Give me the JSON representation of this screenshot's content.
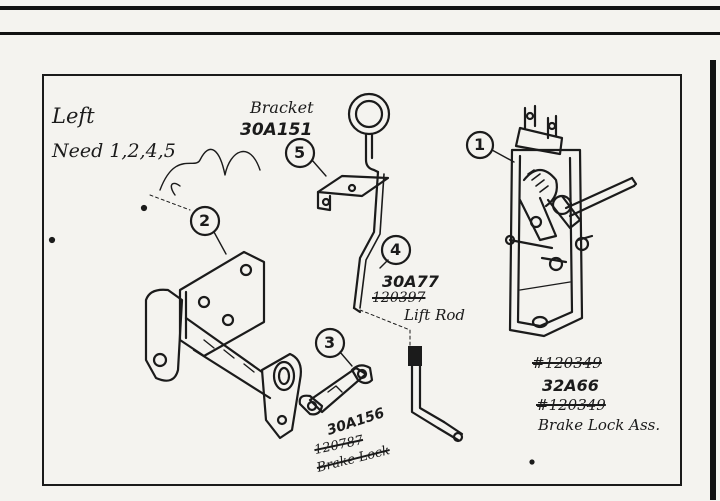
{
  "notes": {
    "left": "Left",
    "need": "Need 1,2,4,5"
  },
  "parts": [
    {
      "number": "1",
      "codes": [
        "#120349",
        "32A66",
        "#120349"
      ],
      "label": "Brake Lock Ass."
    },
    {
      "number": "2"
    },
    {
      "number": "3",
      "codes": [
        "30A156",
        "120787"
      ],
      "label": "Brake Lock"
    },
    {
      "number": "4",
      "codes": [
        "30A77",
        "120397"
      ],
      "label": "Lift Rod"
    },
    {
      "number": "5"
    }
  ],
  "bracket": {
    "label": "Bracket",
    "code": "30A151"
  },
  "colors": {
    "ink": "#1b1b1b",
    "paper": "#f4f3ef"
  }
}
